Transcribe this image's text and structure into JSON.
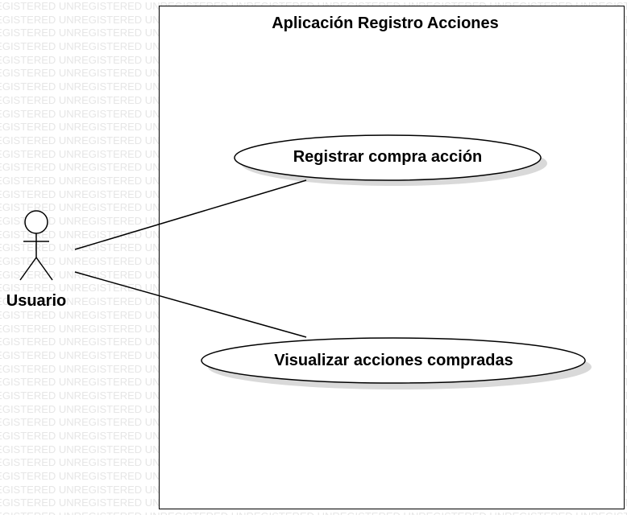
{
  "watermark": {
    "text": "UNREGISTERED"
  },
  "diagram": {
    "system": {
      "title": "Aplicación Registro Acciones"
    },
    "actor": {
      "name": "Usuario"
    },
    "use_cases": [
      {
        "label": "Registrar compra acción"
      },
      {
        "label": "Visualizar acciones compradas"
      }
    ]
  },
  "colors": {
    "stroke": "#000000",
    "shadow": "#d9d9d9",
    "watermark": "#e6e6e6"
  }
}
